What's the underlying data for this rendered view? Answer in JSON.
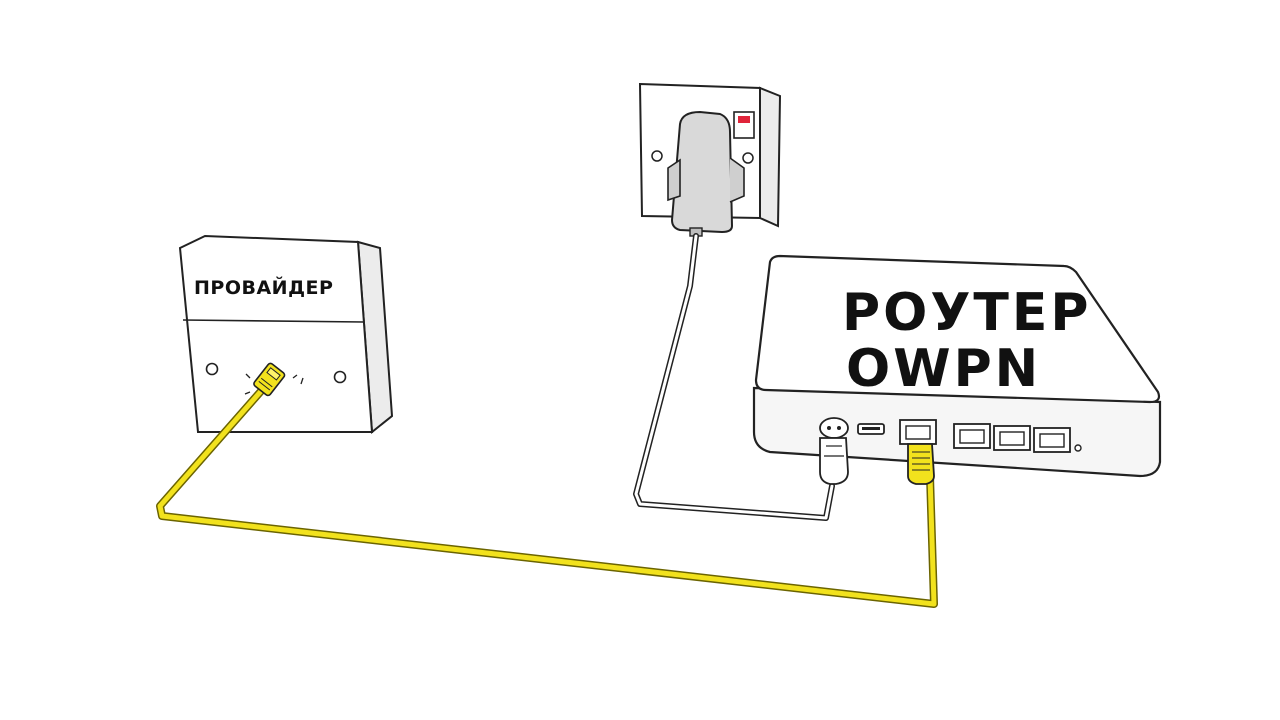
{
  "provider_box": {
    "label": "ПРОВАЙДЕР"
  },
  "router": {
    "label_line1": "РОУТЕР",
    "label_line2": "OWPN"
  },
  "colors": {
    "ethernet_cable": "#f2e21d",
    "ethernet_cable_outline": "#6b6400",
    "power_cable": "#ffffff",
    "outline": "#222222",
    "device_shade": "#e8e8e8",
    "switch_indicator": "#e0243a"
  },
  "icons": {
    "wall_socket": "wall-power-socket-icon",
    "power_adapter": "power-adapter-icon",
    "rj45_plug": "rj45-plug-icon",
    "power_plug": "power-plug-icon",
    "lan_port": "lan-port-icon"
  }
}
